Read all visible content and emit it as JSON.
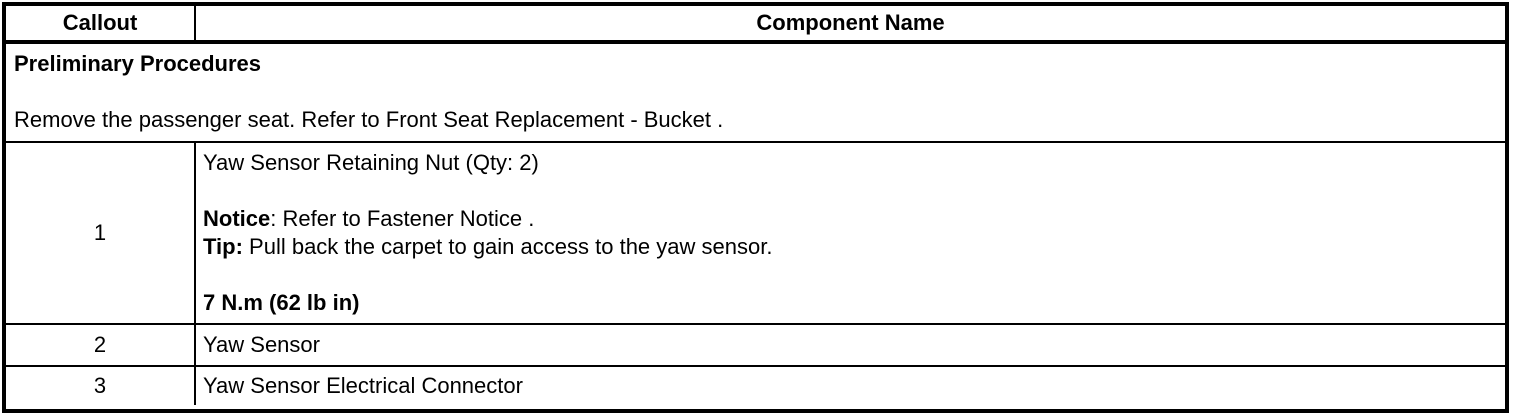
{
  "table": {
    "header": {
      "callout": "Callout",
      "component_name": "Component Name"
    },
    "preliminary": {
      "title": "Preliminary Procedures",
      "text": "Remove the passenger seat. Refer to Front Seat Replacement - Bucket ."
    },
    "rows": [
      {
        "callout": "1",
        "name": "Yaw Sensor Retaining Nut (Qty: 2)",
        "notice_label": "Notice",
        "notice_rest": ": Refer to Fastener Notice .",
        "tip_label": "Tip:",
        "tip_rest": " Pull back the carpet to gain access to the yaw sensor.",
        "torque": "7 N.m (62 lb in)"
      },
      {
        "callout": "2",
        "name": "Yaw Sensor"
      },
      {
        "callout": "3",
        "name": "Yaw Sensor Electrical Connector"
      }
    ],
    "colors": {
      "border": "#000000",
      "background": "#ffffff",
      "text": "#000000"
    }
  }
}
